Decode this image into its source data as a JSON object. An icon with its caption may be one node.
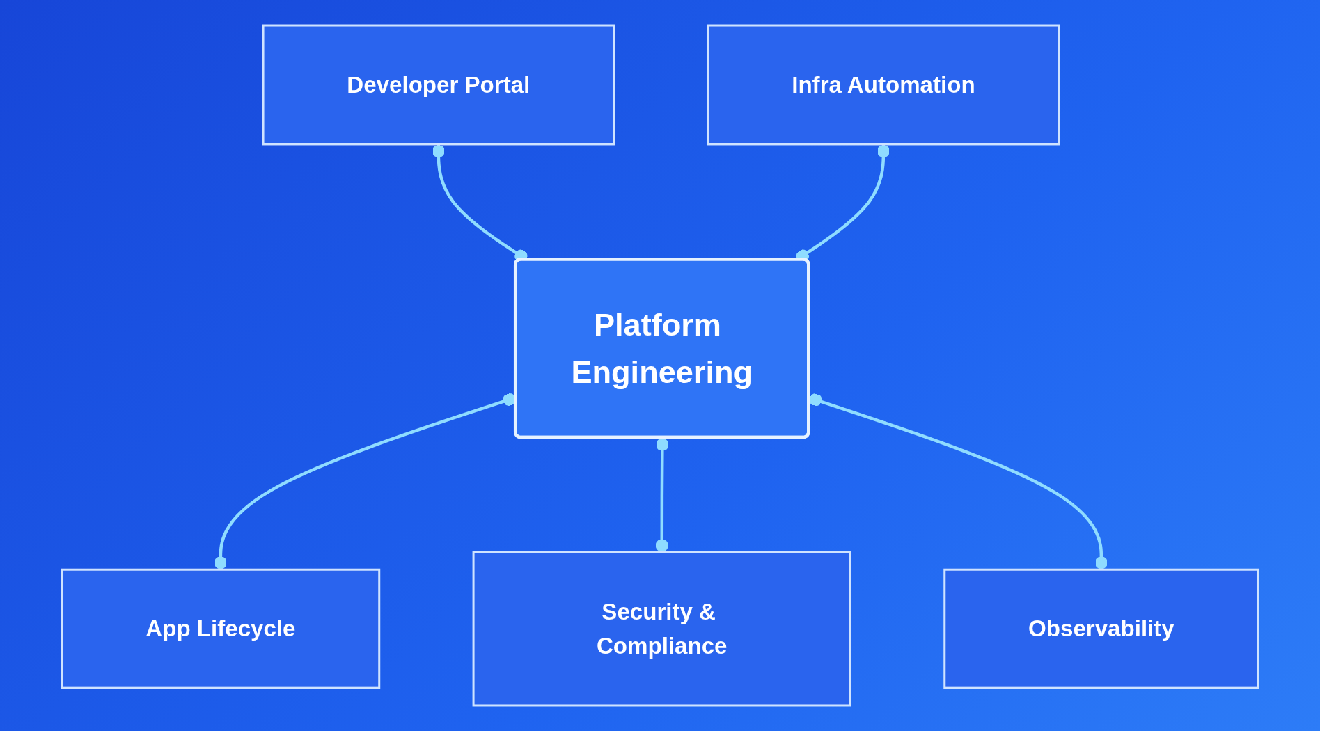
{
  "diagram": {
    "nodes": [
      {
        "text": [
          "Developer Portal"
        ]
      },
      {
        "text": [
          "Infra Automation"
        ]
      },
      {
        "text": [
          "Platform Engineering"
        ]
      },
      {
        "text": [
          "App Lifecycle"
        ]
      },
      {
        "text": [
          "Security & Compliance"
        ]
      },
      {
        "text": [
          "Observability"
        ]
      }
    ],
    "edges": [
      {
        "from": 0,
        "to": 2,
        "arrow": "other"
      },
      {
        "from": 1,
        "to": 2,
        "arrow": "other"
      },
      {
        "from": 2,
        "to": 3,
        "arrow": "other"
      },
      {
        "from": 2,
        "to": 4,
        "arrow": "other"
      },
      {
        "from": 2,
        "to": 5,
        "arrow": "other"
      }
    ]
  }
}
